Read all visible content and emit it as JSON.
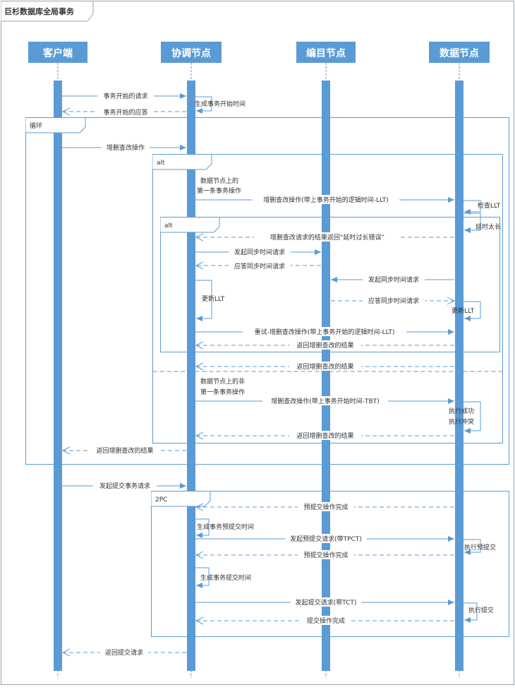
{
  "colors": {
    "accent": "#5B9BD5",
    "frame": "#5B9BD5",
    "text": "#333333"
  },
  "diagram": {
    "title": "巨杉数据库全局事务",
    "participants": [
      "客户端",
      "协调节点",
      "编目节点",
      "数据节点"
    ],
    "frames": {
      "loop": "循环",
      "alt_outer": "alt",
      "alt_inner": "alt",
      "twopc": "2PC"
    },
    "messages": [
      "事务开始的请求",
      "生成事务开始时间",
      "事务开始的应答",
      "增删查改操作",
      "数据节点上的",
      "第一条事务操作",
      "增删查改操作(带上事务开始的逻辑时间-LLT)",
      "检查LLT",
      "延时太长",
      "增删查改请求的结果返回“延时过长错误”",
      "发起同步时间请求",
      "应答同步时间请求",
      "发起同步时间请求",
      "更新LLT",
      "应答同步时间请求",
      "更新LLT",
      "重试-增删查改操作(带上事务开始的逻辑时间-LLT)",
      "返回增删查改的结果",
      "返回增删查改的结果",
      "数据节点上的非",
      "第一条事务操作",
      "增删查改操作(带上事务开始时间-TBT)",
      "执行成功",
      "执行冲突",
      "返回增删查改的结果",
      "返回增删查改的结果",
      "发起提交事务请求",
      "预提交操作完成",
      "生成事务预提交时间",
      "发起预提交请求(带TPCT)",
      "执行预提交",
      "预提交操作完成",
      "生成事务提交时间",
      "发起提交请求(带TCT)",
      "执行提交",
      "提交操作完成",
      "返回提交请求"
    ]
  }
}
